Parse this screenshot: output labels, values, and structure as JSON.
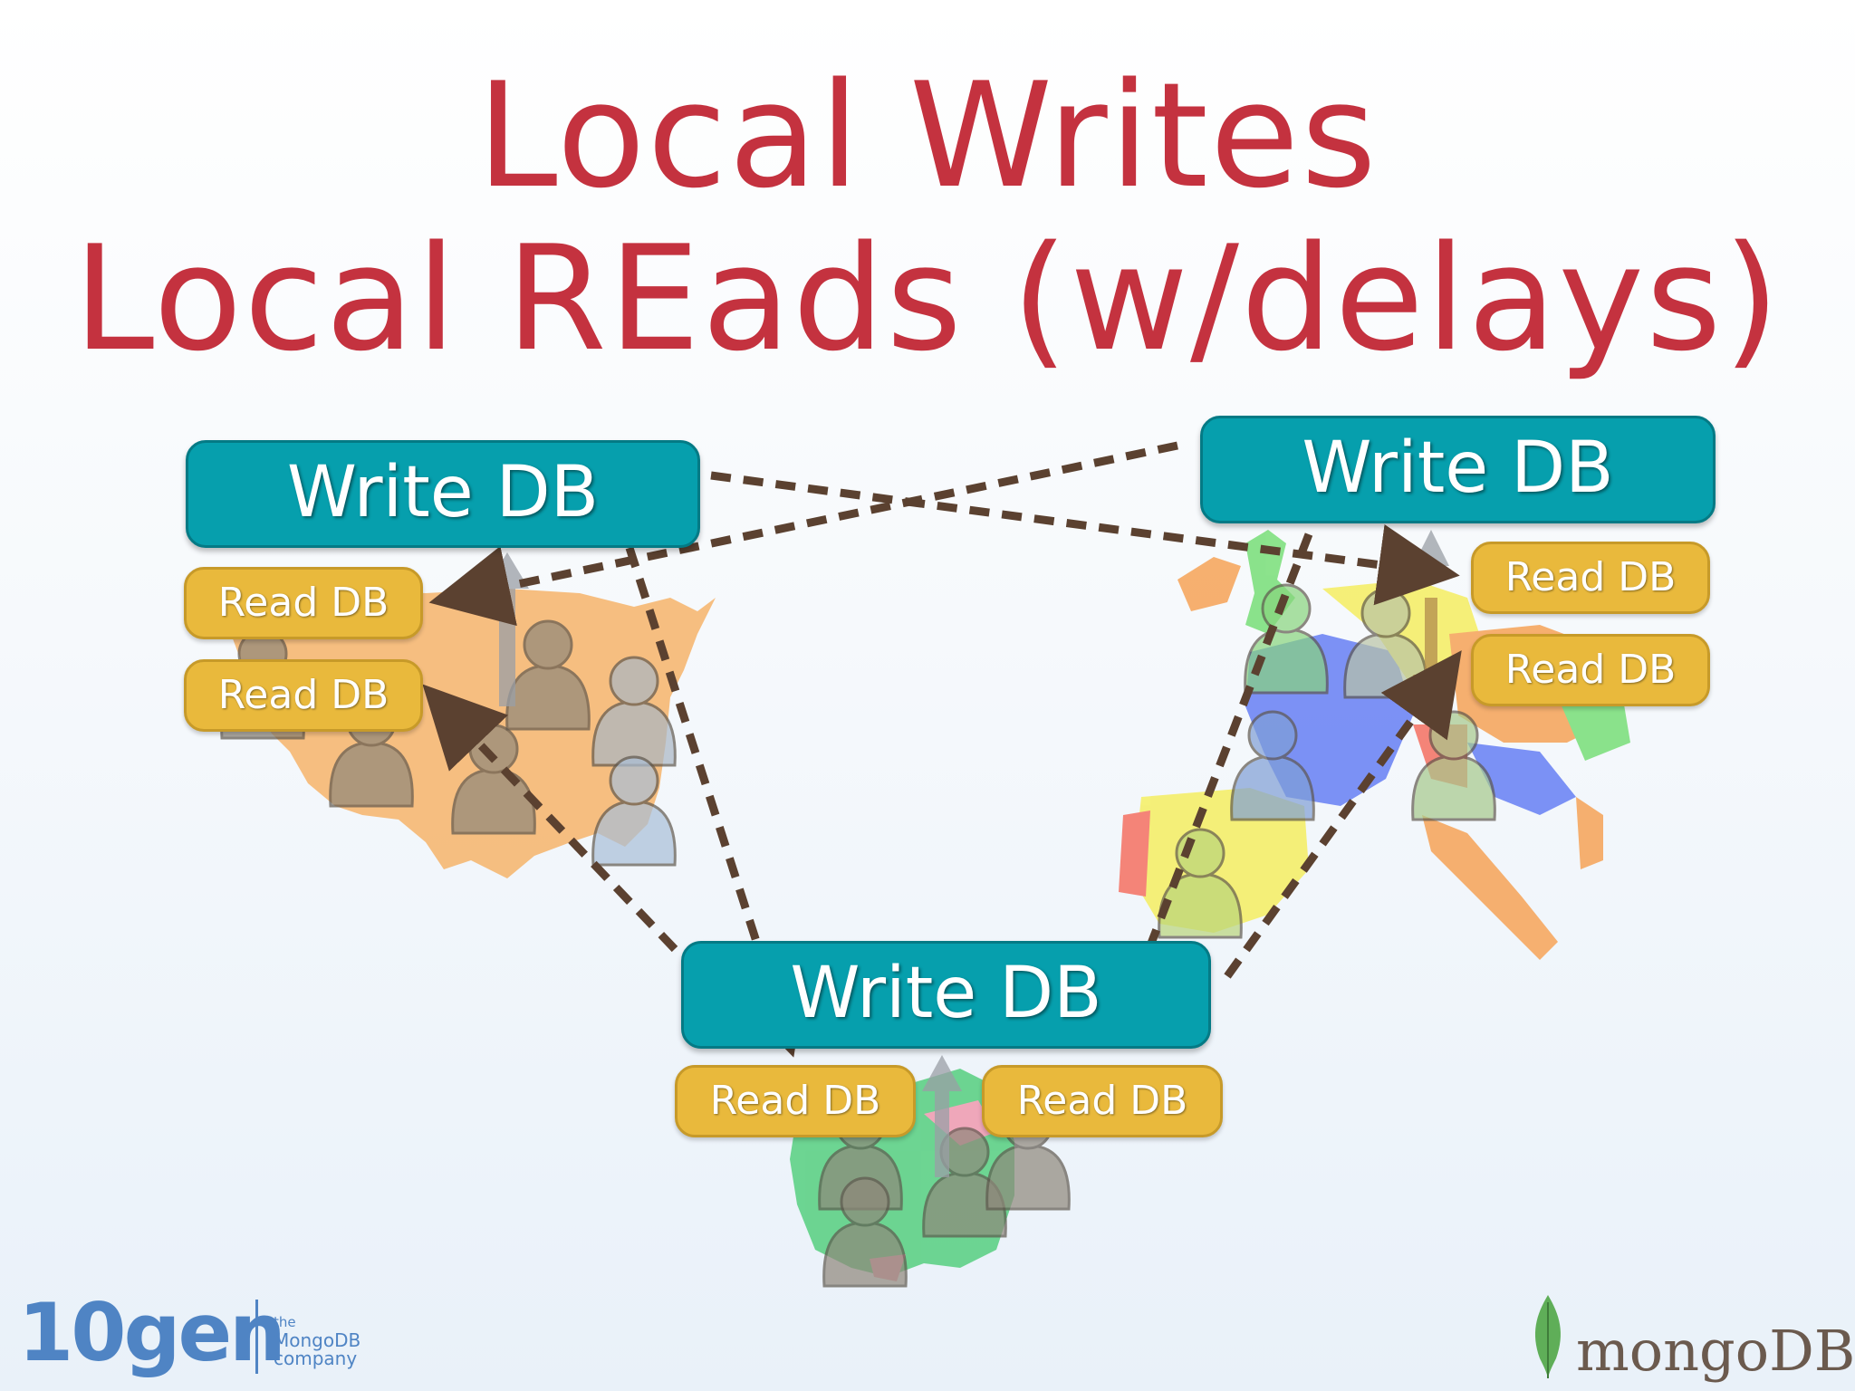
{
  "title": {
    "line1": "Local Writes",
    "line2": "Local REads (w/delays)"
  },
  "nodes": {
    "us": {
      "write": "Write DB",
      "reads": [
        "Read DB",
        "Read DB"
      ]
    },
    "eu": {
      "write": "Write DB",
      "reads": [
        "Read DB",
        "Read DB"
      ]
    },
    "au": {
      "write": "Write DB",
      "reads": [
        "Read DB",
        "Read DB"
      ]
    }
  },
  "logos": {
    "tengen": {
      "name": "10gen",
      "sub1": "the",
      "sub2": "MongoDB",
      "sub3": "company"
    },
    "mongodb": {
      "name": "mongoDB"
    }
  },
  "colors": {
    "title": "#c4323f",
    "write_box": "#069fad",
    "read_box": "#e9b93c",
    "arrow": "#5b4130"
  }
}
